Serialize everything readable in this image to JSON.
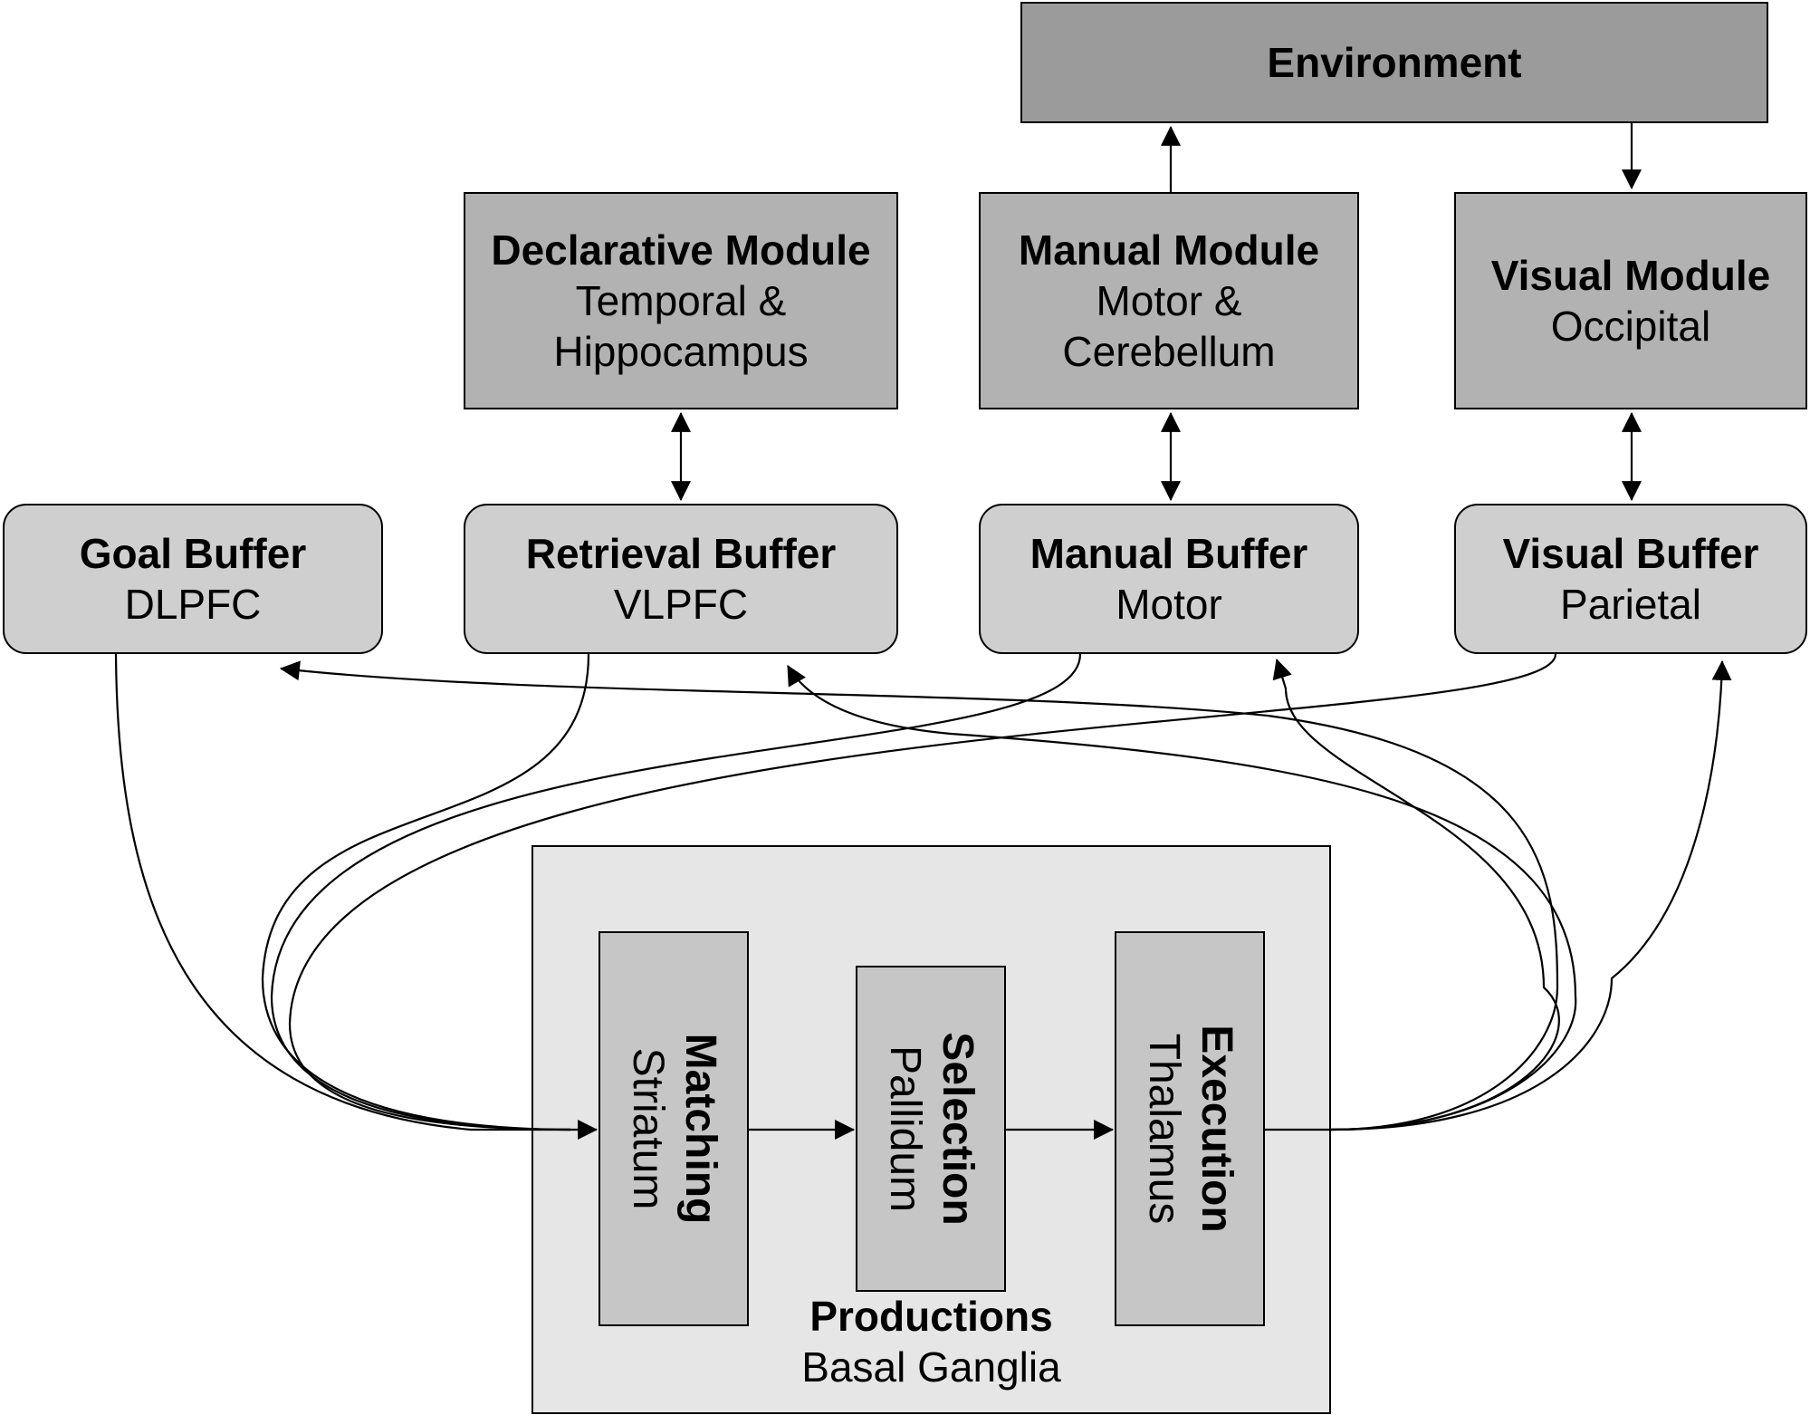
{
  "environment": {
    "title": "Environment"
  },
  "declarative_module": {
    "title": "Declarative Module",
    "line1": "Temporal &",
    "line2": "Hippocampus"
  },
  "manual_module": {
    "title": "Manual Module",
    "line1": "Motor &",
    "line2": "Cerebellum"
  },
  "visual_module": {
    "title": "Visual Module",
    "line1": "Occipital"
  },
  "goal_buffer": {
    "title": "Goal Buffer",
    "line1": "DLPFC"
  },
  "retrieval_buffer": {
    "title": "Retrieval Buffer",
    "line1": "VLPFC"
  },
  "manual_buffer": {
    "title": "Manual Buffer",
    "line1": "Motor"
  },
  "visual_buffer": {
    "title": "Visual Buffer",
    "line1": "Parietal"
  },
  "productions": {
    "title": "Productions",
    "line1": "Basal Ganglia"
  },
  "matching": {
    "title": "Matching",
    "line1": "Striatum"
  },
  "selection": {
    "title": "Selection",
    "line1": "Pallidum"
  },
  "execution": {
    "title": "Execution",
    "line1": "Thalamus"
  },
  "colors": {
    "environment_fill": "#9b9b9b",
    "module_fill": "#b2b2b2",
    "buffer_fill": "#cfcfcf",
    "productions_fill": "#e6e6e6",
    "stage_fill": "#c6c6c6",
    "line": "#000000"
  }
}
